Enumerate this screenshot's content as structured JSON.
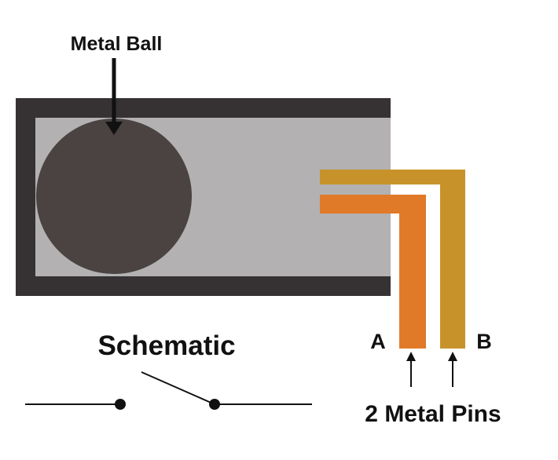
{
  "labels": {
    "metal_ball": "Metal Ball",
    "schematic": "Schematic",
    "pin_a": "A",
    "pin_b": "B",
    "metal_pins": "2 Metal Pins"
  },
  "colors": {
    "casing": "#363233",
    "cavity": "#b3b1b2",
    "ball": "#4a4342",
    "pin_a": "#e07a28",
    "pin_b": "#c8922a",
    "line": "#111111"
  }
}
